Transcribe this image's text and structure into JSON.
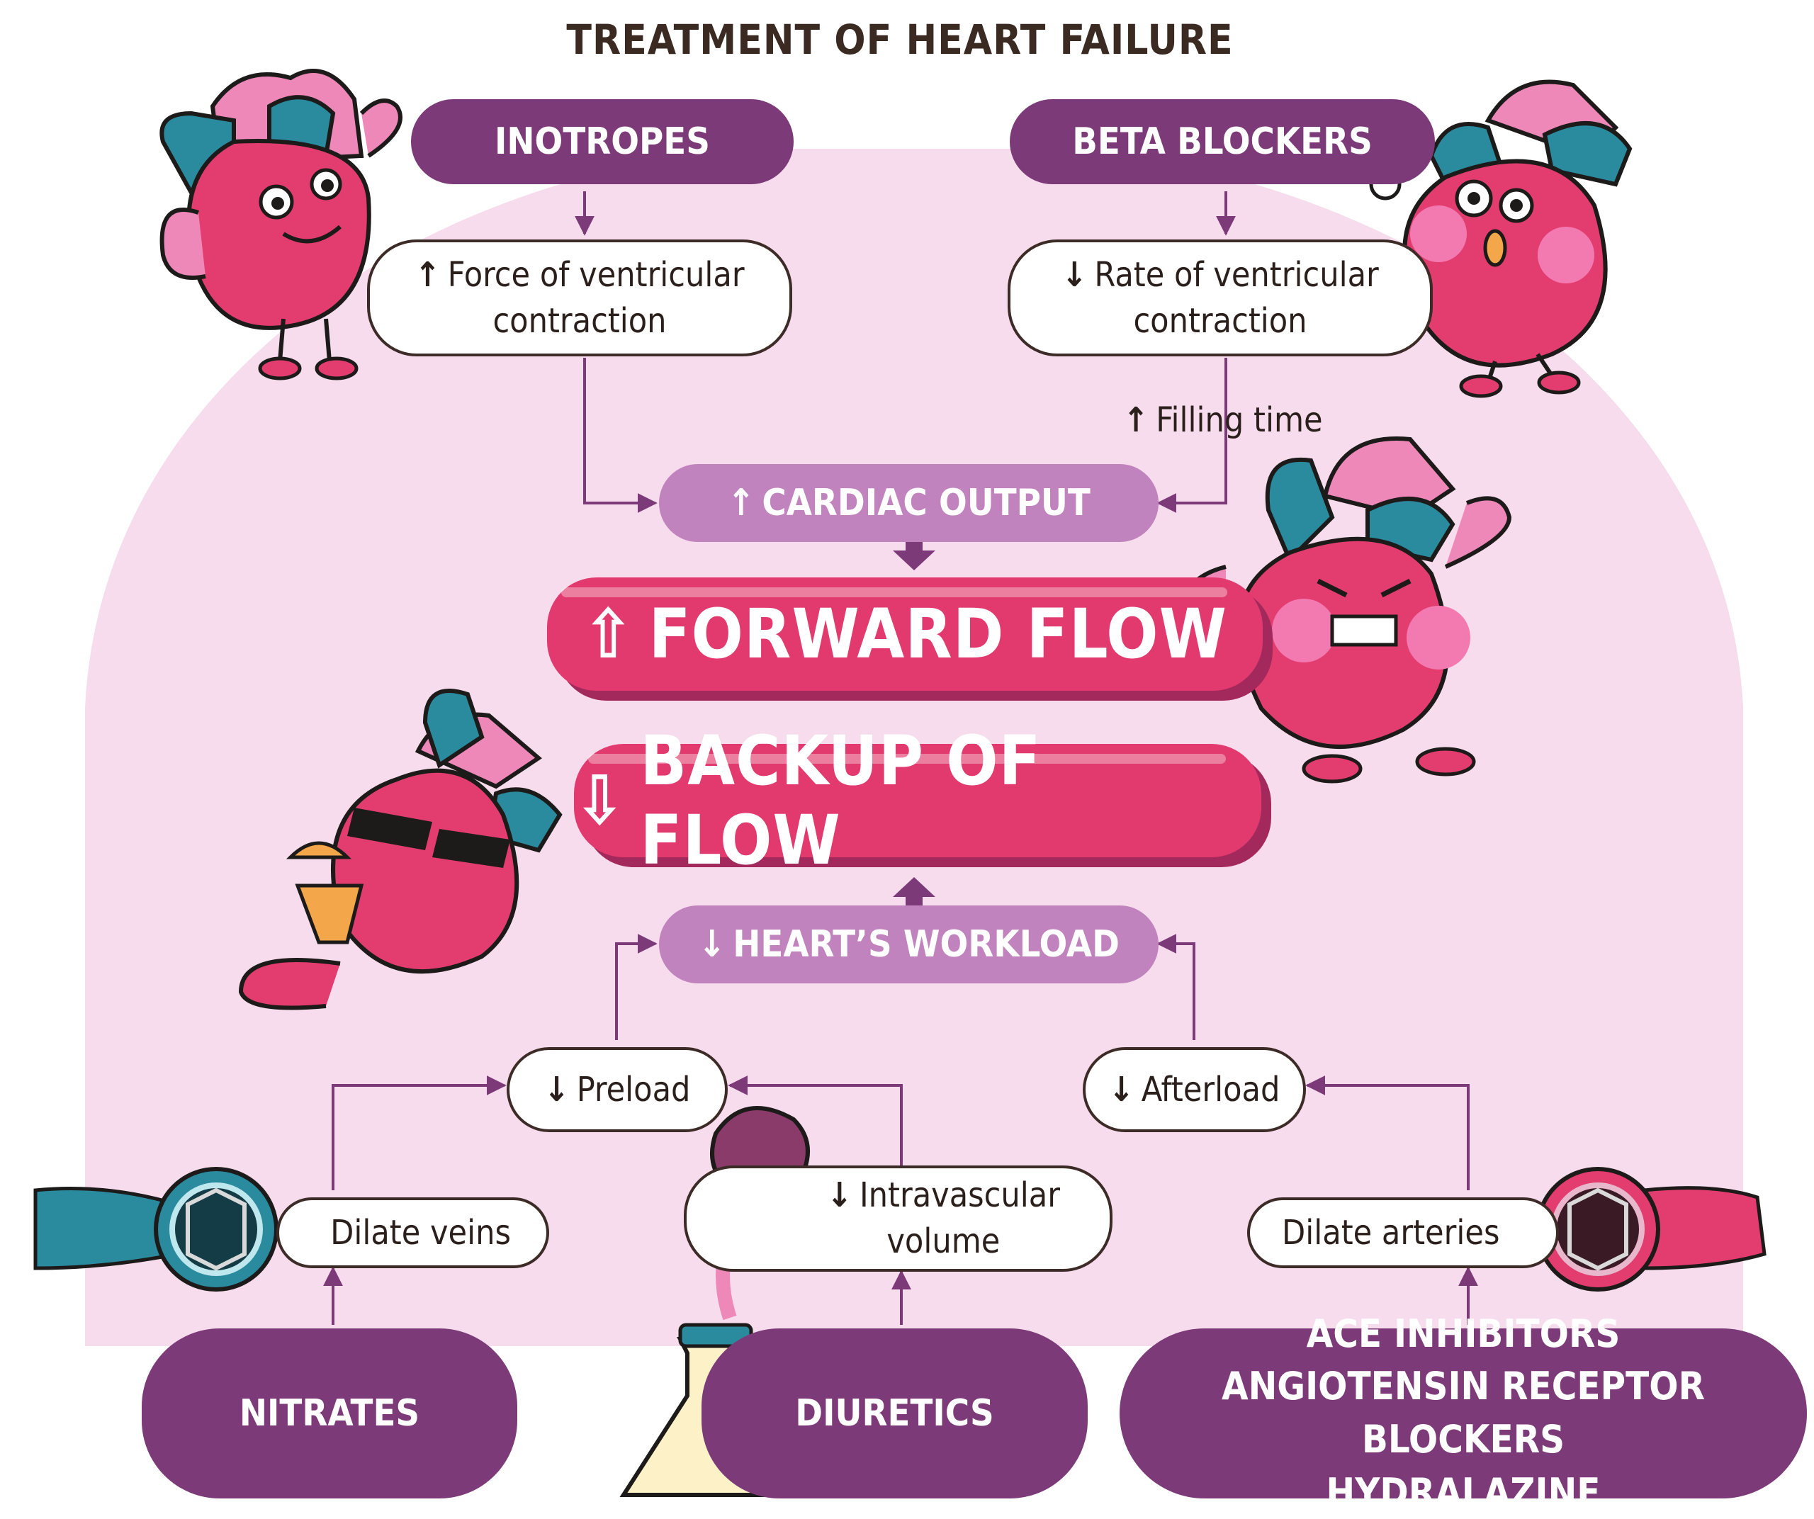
{
  "title": "TREATMENT OF HEART FAILURE",
  "drugs": {
    "inotropes": "INOTROPES",
    "beta_blockers": "BETA BLOCKERS",
    "nitrates": "NITRATES",
    "diuretics": "DIURETICS",
    "ace_line1": "ACE INHIBITORS",
    "ace_line2": "ANGIOTENSIN RECEPTOR BLOCKERS",
    "ace_line3": "HYDRALAZINE"
  },
  "effects": {
    "force_line1": "Force of ventricular",
    "force_line2": "contraction",
    "rate_line1": "Rate of ventricular",
    "rate_line2": "contraction",
    "filling_time": "Filling time",
    "preload": "Preload",
    "afterload": "Afterload",
    "dilate_veins": "Dilate veins",
    "dilate_arteries": "Dilate arteries",
    "intravascular_line1": "Intravascular",
    "intravascular_line2": "volume"
  },
  "outcomes": {
    "cardiac_output": "CARDIAC OUTPUT",
    "hearts_workload": "HEART’S WORKLOAD",
    "forward_flow": "FORWARD FLOW",
    "backup_of_flow": "BACKUP OF FLOW"
  },
  "glyphs": {
    "up": "↑",
    "down": "↓",
    "up_bold": "⇧",
    "down_bold": "⇩"
  },
  "colors": {
    "drug_purple": "#7d3a78",
    "outcome_lilac": "#c183bd",
    "banner_pink": "#e23a6e",
    "background_blob": "#f6dcec",
    "connector": "#7d3a78"
  },
  "icons": [
    "flexing-heart-icon",
    "nervous-heart-icon",
    "angry-strong-heart-icon",
    "relaxed-heart-icon",
    "vein-icon",
    "artery-icon",
    "kidney-flask-icon"
  ]
}
